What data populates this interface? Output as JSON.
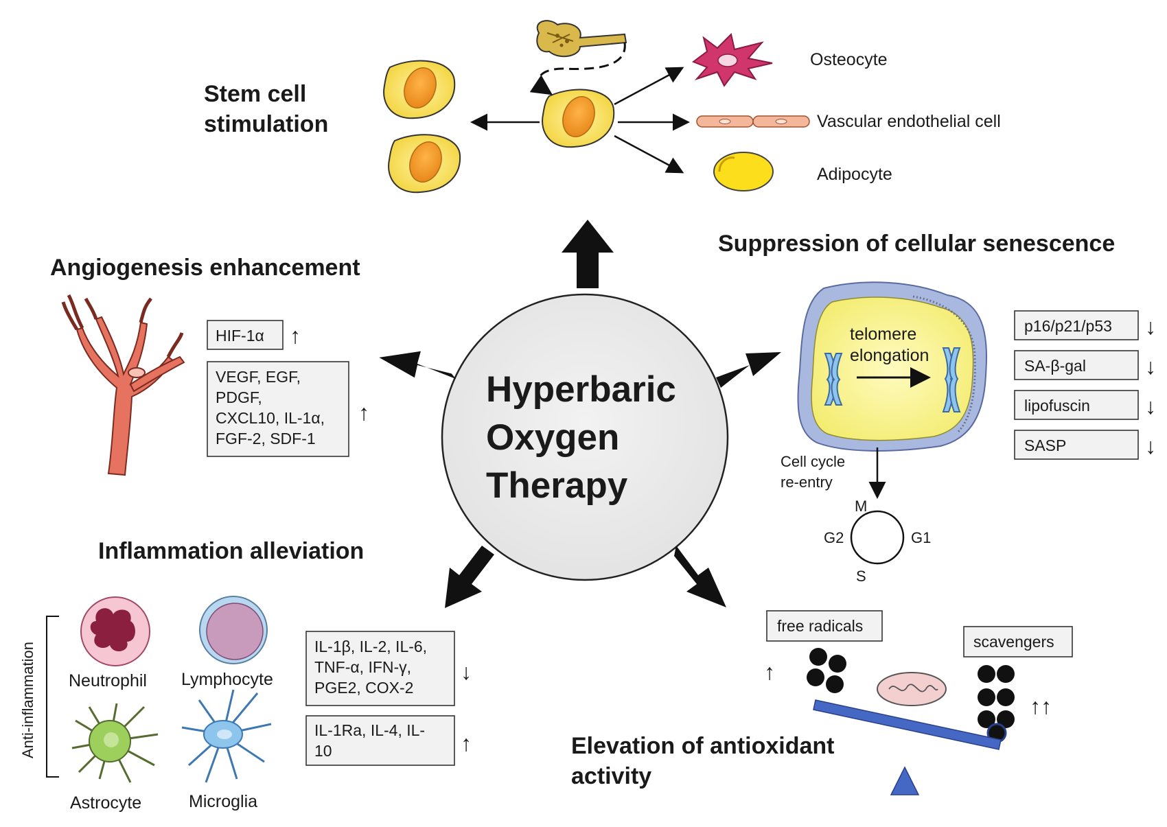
{
  "center": {
    "lines": [
      "Hyperbaric",
      "Oxygen",
      "Therapy"
    ]
  },
  "stem_cell": {
    "title_lines": [
      "Stem cell",
      "stimulation"
    ],
    "targets": [
      "Osteocyte",
      "Vascular endothelial cell",
      "Adipocyte"
    ]
  },
  "angiogenesis": {
    "title": "Angiogenesis enhancement",
    "box1": {
      "lines": [
        "HIF-1α"
      ],
      "arrow": "↑"
    },
    "box2": {
      "lines": [
        "VEGF, EGF,",
        "PDGF,",
        "CXCL10, IL-1α,",
        "FGF-2, SDF-1"
      ],
      "arrow": "↑"
    }
  },
  "senescence": {
    "title": "Suppression of cellular senescence",
    "telomere_lines": [
      "telomere",
      "elongation"
    ],
    "markers": [
      {
        "label": "p16/p21/p53",
        "arrow": "↓"
      },
      {
        "label": "SA-β-gal",
        "arrow": "↓"
      },
      {
        "label": "lipofuscin",
        "arrow": "↓"
      },
      {
        "label": "SASP",
        "arrow": "↓"
      }
    ],
    "cycle_label_lines": [
      "Cell cycle",
      "re-entry"
    ],
    "phases": {
      "m": "M",
      "g1": "G1",
      "s": "S",
      "g2": "G2"
    }
  },
  "inflammation": {
    "title": "Inflammation alleviation",
    "side_label": "Anti-inflammation",
    "cells": [
      "Neutrophil",
      "Lymphocyte",
      "Astrocyte",
      "Microglia"
    ],
    "box1": {
      "lines": [
        "IL-1β, IL-2, IL-6,",
        "TNF-α, IFN-γ,",
        "PGE2, COX-2"
      ],
      "arrow": "↓"
    },
    "box2": {
      "lines": [
        "IL-1Ra, IL-4, IL-",
        "10"
      ],
      "arrow": "↑"
    }
  },
  "antioxidant": {
    "title_lines": [
      "Elevation of antioxidant",
      "activity"
    ],
    "left_label": "free radicals",
    "left_arrow": "↑",
    "right_label": "scavengers",
    "right_arrow": "↑↑"
  }
}
